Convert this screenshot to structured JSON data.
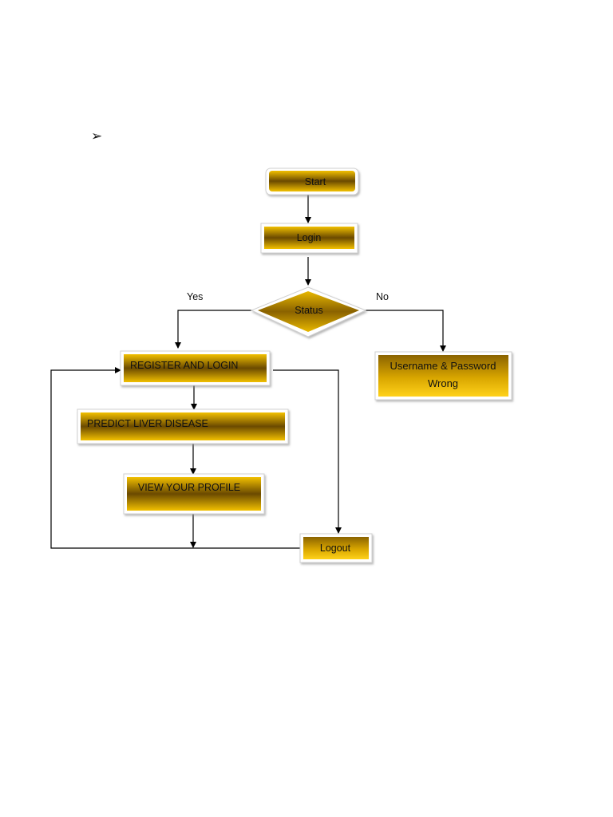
{
  "bullet_glyph": "➢",
  "colors": {
    "gold_light": "#F6C400",
    "gold_mid": "#C89200",
    "gold_dark": "#5E4100",
    "frame": "#CFCFCF"
  },
  "nodes": {
    "start": "Start",
    "login": "Login",
    "status": "Status",
    "register_login": "REGISTER AND LOGIN",
    "predict": "PREDICT LIVER DISEASE",
    "profile": "VIEW YOUR PROFILE",
    "logout": "Logout",
    "wrong_line1": "Username & Password",
    "wrong_line2": "Wrong"
  },
  "edge_labels": {
    "yes": "Yes",
    "no": "No"
  }
}
